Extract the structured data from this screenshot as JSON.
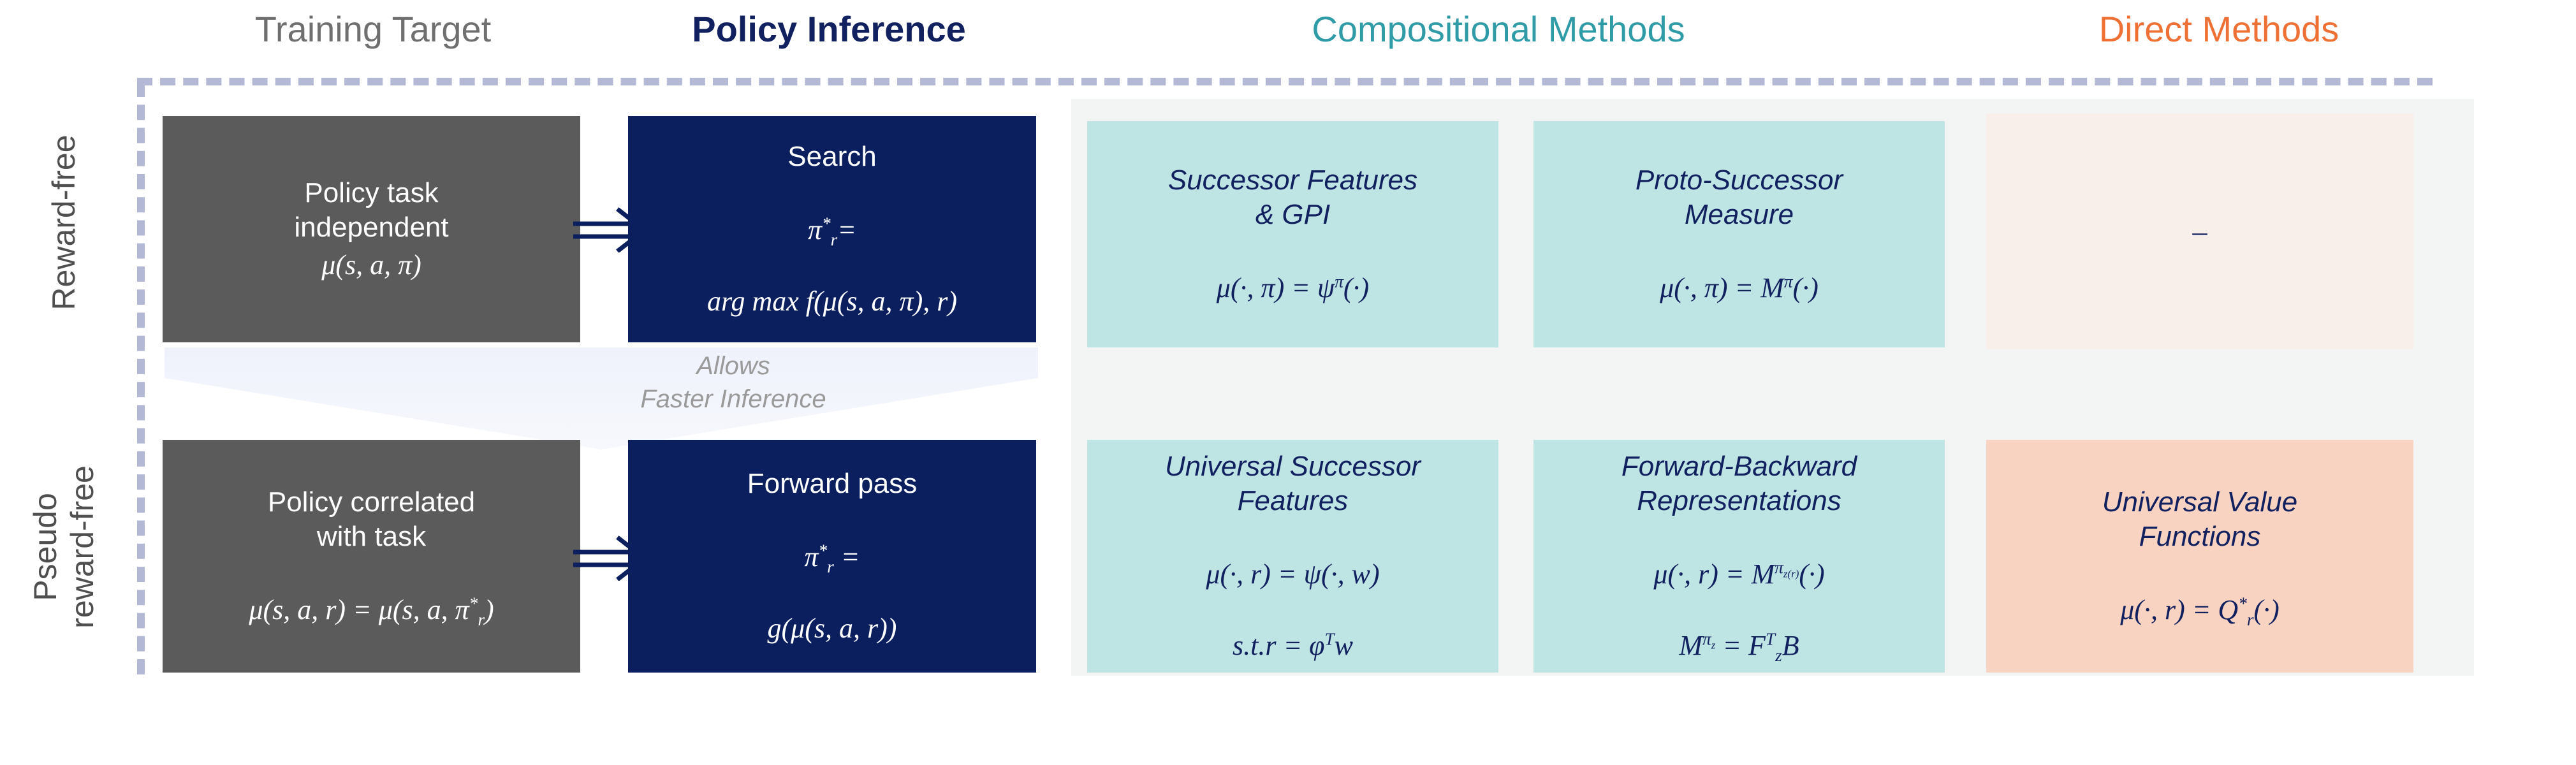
{
  "headers": {
    "training_target": "Training Target",
    "policy_inference": "Policy Inference",
    "compositional_methods": "Compositional Methods",
    "direct_methods": "Direct Methods"
  },
  "row_labels": {
    "row1": "Reward-free",
    "row2": "Pseudo\nreward-free"
  },
  "transition": {
    "label": "Allows\nFaster Inference",
    "arrow_glyph": "⟹"
  },
  "rows": [
    {
      "id": "reward-free",
      "training_target": {
        "title": "Policy task\nindependent",
        "formula": "μ(s, a, π)"
      },
      "policy_inference": {
        "title": "Search",
        "formula": "π*r =\narg max f(μ(s, a, π), r)"
      },
      "compositional": [
        {
          "title": "Successor Features\n& GPI",
          "formula": "μ(·, π) = ψ^π(·)"
        },
        {
          "title": "Proto-Successor\nMeasure",
          "formula": "μ(·, π) = M^π(·)"
        }
      ],
      "direct": {
        "title": "–",
        "formula": ""
      }
    },
    {
      "id": "pseudo-reward-free",
      "training_target": {
        "title": "Policy correlated\nwith task",
        "formula": "μ(s, a, r) = μ(s, a, π*r)"
      },
      "policy_inference": {
        "title": "Forward pass",
        "formula": "π*r =\ng(μ(s, a, r))"
      },
      "compositional": [
        {
          "title": "Universal Successor\nFeatures",
          "formula": "μ(·, r) = ψ(·, w)\ns.t. r = φ^T w"
        },
        {
          "title": "Forward-Backward\nRepresentations",
          "formula": "μ(·, r) = M^{π z(r)}(·)\nM^{π z} = F^T_z B"
        }
      ],
      "direct": {
        "title": "Universal Value\nFunctions",
        "formula": "μ(·, r) = Q*r(·)"
      }
    }
  ],
  "colors": {
    "training_target_header": "#6f6f6f",
    "policy_inference_header": "#11205e",
    "compositional_header": "#2f9ba6",
    "direct_header": "#ef7034",
    "grey_card": "#5b5b5b",
    "navy_card": "#0b1f5e",
    "teal_card": "#bfe4e4",
    "peach_card": "#f8d3c2",
    "pale_pink_card": "#f8eeea",
    "dashed_rule": "#b3b8d4",
    "panel_background": "#f3f4f4"
  }
}
